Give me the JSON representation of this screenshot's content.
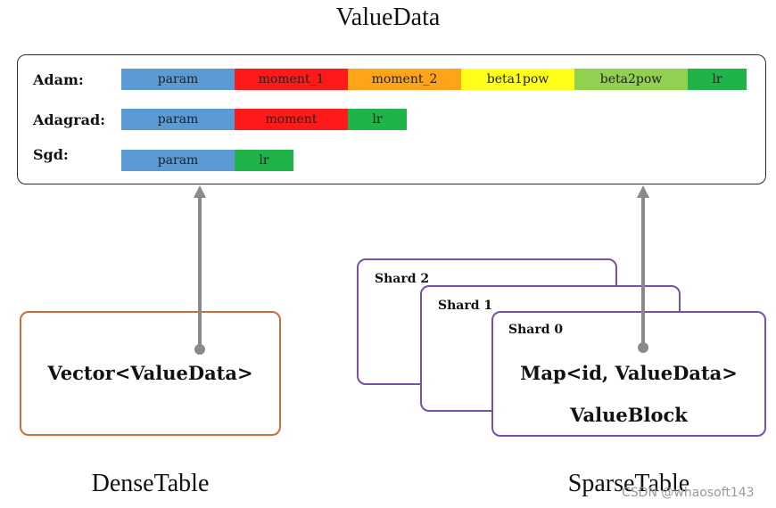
{
  "title": "ValueData",
  "value_data": {
    "rows": [
      {
        "label": "Adam:",
        "segments": [
          {
            "text": "param",
            "color": "#5b9bd5"
          },
          {
            "text": "moment_1",
            "color": "#ff1a1a"
          },
          {
            "text": "moment_2",
            "color": "#ffa31a"
          },
          {
            "text": "beta1pow",
            "color": "#ffff1a"
          },
          {
            "text": "beta2pow",
            "color": "#92d050"
          },
          {
            "text": "lr",
            "color": "#1fb34a"
          }
        ]
      },
      {
        "label": "Adagrad:",
        "segments": [
          {
            "text": "param",
            "color": "#5b9bd5"
          },
          {
            "text": "moment",
            "color": "#ff1a1a"
          },
          {
            "text": "lr",
            "color": "#1fb34a"
          }
        ]
      },
      {
        "label": "Sgd:",
        "segments": [
          {
            "text": "param",
            "color": "#5b9bd5"
          },
          {
            "text": "lr",
            "color": "#1fb34a"
          }
        ]
      }
    ]
  },
  "dense_table": {
    "content": "Vector<ValueData>",
    "caption": "DenseTable",
    "border_color": "#c8703a"
  },
  "sparse_table": {
    "shards": [
      "Shard 2",
      "Shard 1",
      "Shard 0"
    ],
    "content": "Map<id, ValueData>",
    "block": "ValueBlock",
    "caption": "SparseTable",
    "border_color": "#7a4fa6"
  },
  "watermark": "CSDN @whaosoft143"
}
